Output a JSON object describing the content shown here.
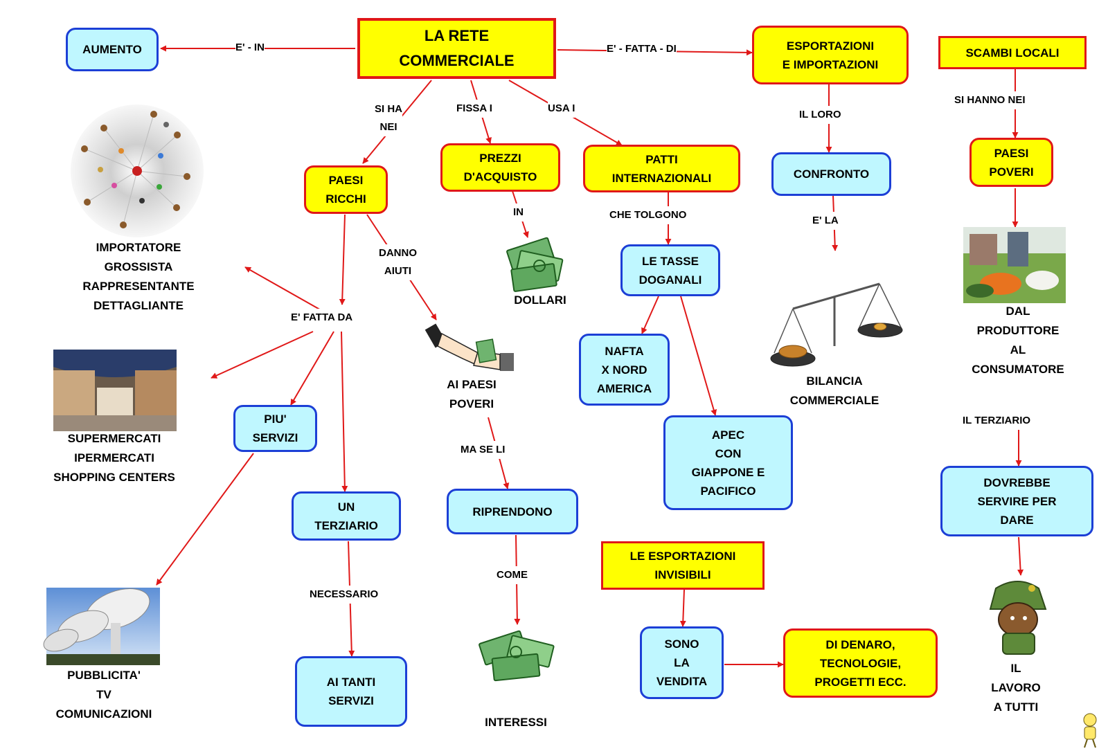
{
  "colors": {
    "yellow": "#ffff00",
    "red": "#e01818",
    "cyan": "#bff7ff",
    "blue": "#1c3fd6"
  },
  "nodes": {
    "main": "LA     RETE\nCOMMERCIALE",
    "aumento": "AUMENTO",
    "esportazioni": "ESPORTAZIONI\nE      IMPORTAZIONI",
    "scambi_locali": "SCAMBI      LOCALI",
    "paesi_ricchi": "PAESI\nRICCHI",
    "prezzi": "PREZZI\nD'ACQUISTO",
    "patti": "PATTI\nINTERNAZIONALI",
    "confronto": "CONFRONTO",
    "paesi_poveri": "PAESI\nPOVERI",
    "tasse": "LE     TASSE\nDOGANALI",
    "nafta": "NAFTA\nX    NORD\nAMERICA",
    "apec": "APEC\nCON\nGIAPPONE     E\nPACIFICO",
    "piu_servizi": "PIU'\nSERVIZI",
    "un_terziario": "UN\nTERZIARIO",
    "riprendono": "RIPRENDONO",
    "ai_tanti": "AI     TANTI\nSERVIZI",
    "esp_invisibili": "LE       ESPORTAZIONI\nINVISIBILI",
    "sono_vendita": "SONO\nLA\nVENDITA",
    "denaro": "DI      DENARO,\nTECNOLOGIE,\nPROGETTI       ECC.",
    "dovrebbe": "DOVREBBE\nSERVIRE     PER\nDARE"
  },
  "links": {
    "e_in": "E'  -  IN",
    "fatta_di": "E'  -  FATTA  -  DI",
    "si_ha_nei": "SI     HA\nNEI",
    "fissa_i": "FISSA     I",
    "usa_i": "USA     I",
    "il_loro": "IL      LORO",
    "si_hanno_nei": "SI      HANNO      NEI",
    "in": "IN",
    "che_tolgono": "CHE       TOLGONO",
    "e_la": "E'    LA",
    "danno_aiuti": "DANNO\nAIUTI",
    "fatta_da": "E'     FATTA       DA",
    "ma_se_li": "MA      SE     LI",
    "necessario": "NECESSARIO",
    "come": "COME",
    "il_terziario": "IL       TERZIARIO"
  },
  "captions": {
    "importatore": "IMPORTATORE\nGROSSISTA\nRAPPRESENTANTE\nDETTAGLIANTE",
    "dollari": "DOLLARI",
    "ai_paesi_poveri": "AI      PAESI\nPOVERI",
    "bilancia": "BILANCIA\nCOMMERCIALE",
    "dal_produttore": "DAL\nPRODUTTORE\nAL\nCONSUMATORE",
    "supermercati": "SUPERMERCATI\nIPERMERCATI\nSHOPPING        CENTERS",
    "pubblicita": "PUBBLICITA'\nTV\nCOMUNICAZIONI",
    "interessi": "INTERESSI",
    "lavoro": "IL\nLAVORO\nA     TUTTI"
  },
  "icons": [
    "network-icon",
    "money-icon",
    "handshake-icon",
    "balance-scale-icon",
    "market-photo",
    "mall-photo",
    "satellite-dish-photo",
    "money-icon",
    "boy-icon",
    "mascot-icon"
  ]
}
